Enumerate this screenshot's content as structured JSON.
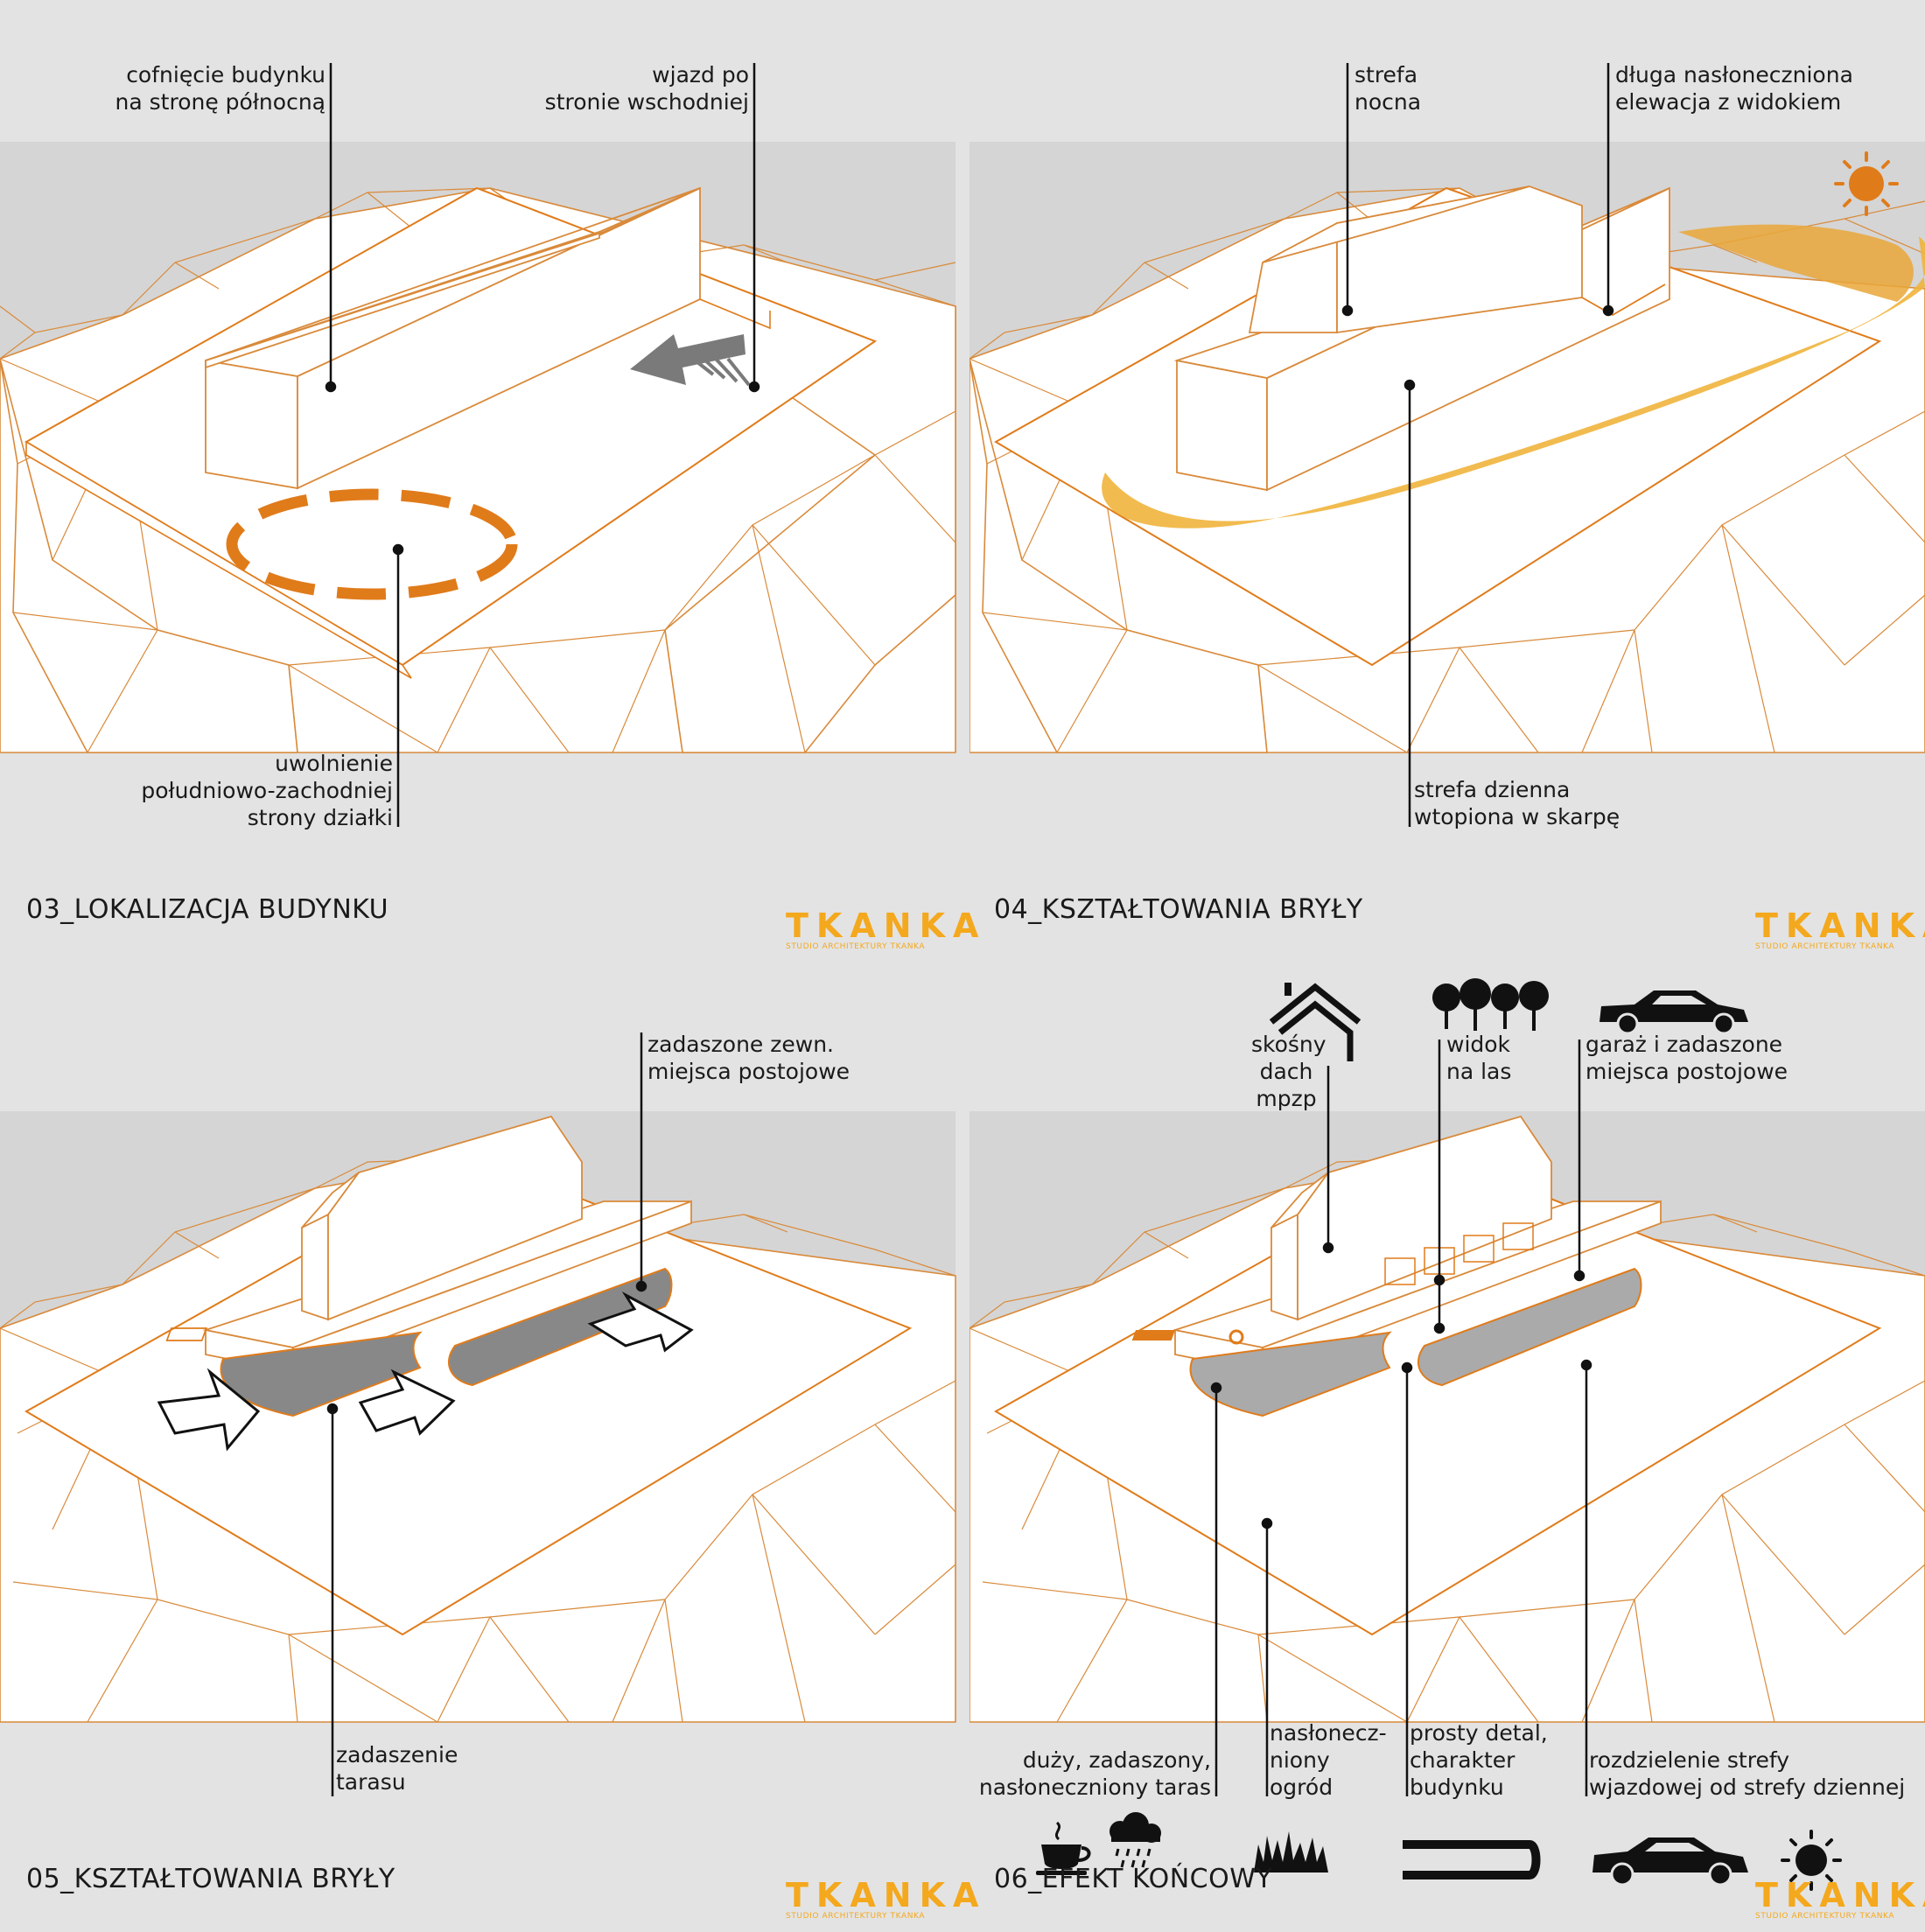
{
  "colors": {
    "accent": "#e07b1a",
    "sun": "#f0b43c",
    "line": "#111111",
    "mesh": "#d98a3a"
  },
  "panels": [
    {
      "title": "03_LOKALIZACJA BUDYNKU",
      "labels": {
        "a": "cofnięcie budynku\nna stronę północną",
        "b": "wjazd po\nstronie wschodniej",
        "c": "uwolnienie\npołudniowo-zachodniej\nstrony działki"
      }
    },
    {
      "title": "04_KSZTAŁTOWANIA BRYŁY",
      "labels": {
        "a": "strefa\nnocna",
        "b": "długa nasłoneczniona\nelewacja z widokiem",
        "c": "strefa dzienna\nwtopiona w skarpę"
      },
      "icons": [
        "sun-icon"
      ]
    },
    {
      "title": "05_KSZTAŁTOWANIA BRYŁY",
      "labels": {
        "a": "zadaszone zewn.\nmiejsca postojowe",
        "b": "zadaszenie\ntarasu"
      }
    },
    {
      "title": "06_EFEKT KOŃCOWY",
      "labels": {
        "a": "skośny\ndach\nmpzp",
        "b": "widok\nna las",
        "c": "garaż i zadaszone\nmiejsca postojowe",
        "d": "duży, zadaszony,\nnasłoneczniony taras",
        "e": "nasłonecz-\nniony\nogród",
        "f": "prosty detal,\ncharakter\nbudynku",
        "g": "rozdzielenie strefy\nwjazdowej od strefy dziennej"
      },
      "icons": [
        "house-roof-icon",
        "trees-icon",
        "car-icon",
        "coffee-cup-icon",
        "rain-cloud-icon",
        "grass-icon",
        "detail-profile-icon",
        "car-icon",
        "sun-icon"
      ]
    }
  ],
  "logo": {
    "word": "TKANKA",
    "sub": "STUDIO ARCHITEKTURY TKANKA"
  }
}
